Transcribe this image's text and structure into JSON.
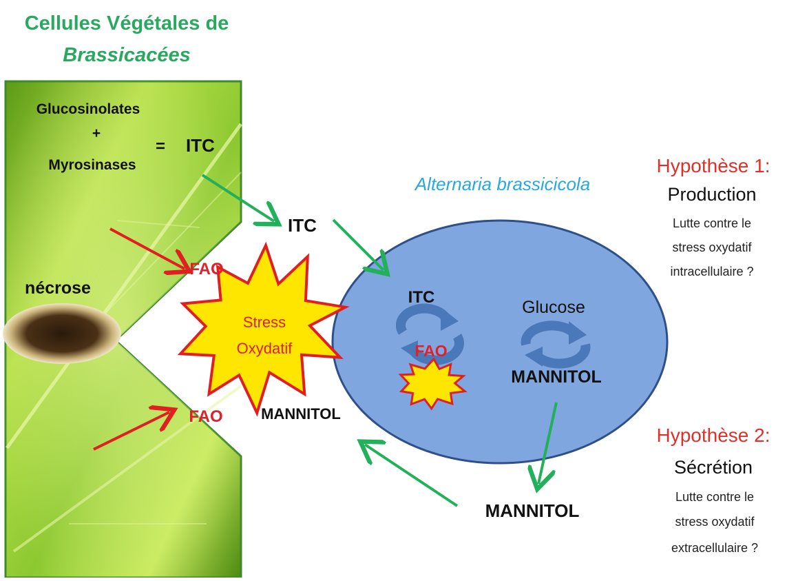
{
  "header": {
    "title_line1": "Cellules Végétales de",
    "title_line2": "Brassicacées",
    "color": "#2aa860"
  },
  "plant": {
    "glucosinolates": "Glucosinolates",
    "plus": "+",
    "myrosinases": "Myrosinases",
    "equals": "=",
    "itc": "ITC",
    "necrose": "nécrose"
  },
  "pathogen": {
    "name": "Alternaria brassicicola",
    "name_color": "#29a8e0",
    "cell_color": "#7fa6de",
    "itc": "ITC",
    "fao": "FAO",
    "glucose": "Glucose",
    "mannitol": "MANNITOL"
  },
  "interface": {
    "itc": "ITC",
    "fao_top": "FAO",
    "fao_bottom": "FAO",
    "stress_line1": "Stress",
    "stress_line2": "Oxydatif",
    "mannitol_left": "MANNITOL",
    "mannitol_bottom": "MANNITOL"
  },
  "hypotheses": [
    {
      "title": "Hypothèse 1:",
      "subtitle": "Production",
      "line1": "Lutte contre le",
      "line2": "stress oxydatif",
      "line3": "intracellulaire ?"
    },
    {
      "title": "Hypothèse 2:",
      "subtitle": "Sécrétion",
      "line1": "Lutte contre le",
      "line2": "stress oxydatif",
      "line3": "extracellulaire ?"
    }
  ],
  "colors": {
    "hypothesis_title": "#e0302a",
    "fao": "#e0202a",
    "green_arrow": "#22b05a",
    "red_arrow": "#e02020",
    "star_fill": "#ffe600",
    "star_stroke": "#e02020",
    "cycle_arrow": "#4a78b8"
  }
}
